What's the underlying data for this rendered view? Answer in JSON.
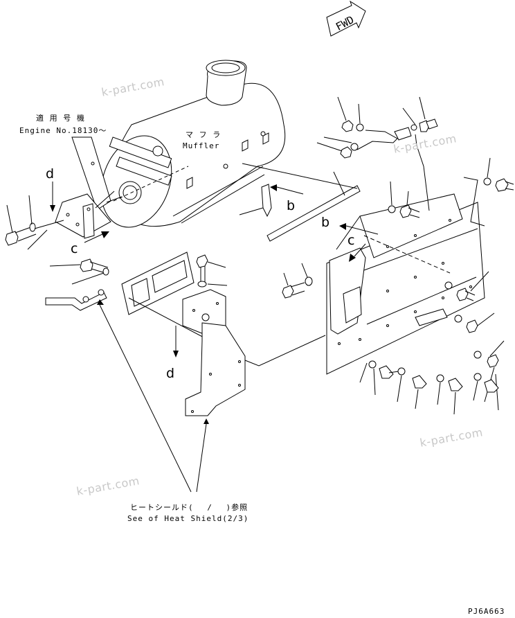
{
  "header": {
    "fwd_label": "FWD"
  },
  "watermarks": [
    "k-part.com",
    "k-part.com",
    "k-part.com",
    "k-part.com"
  ],
  "applicability": {
    "label_jp": "適 用 号 機",
    "engine_no": "Engine No.18130～"
  },
  "muffler": {
    "label_jp": "マ フ ラ",
    "label_en": "Muffler"
  },
  "references": {
    "b": "b",
    "c": "c",
    "d": "d"
  },
  "heat_shield_note": {
    "label_jp": "ヒートシールド(　 /　 )参照",
    "label_en": "See of Heat Shield(2/3)"
  },
  "drawing_code": "PJ6A663"
}
